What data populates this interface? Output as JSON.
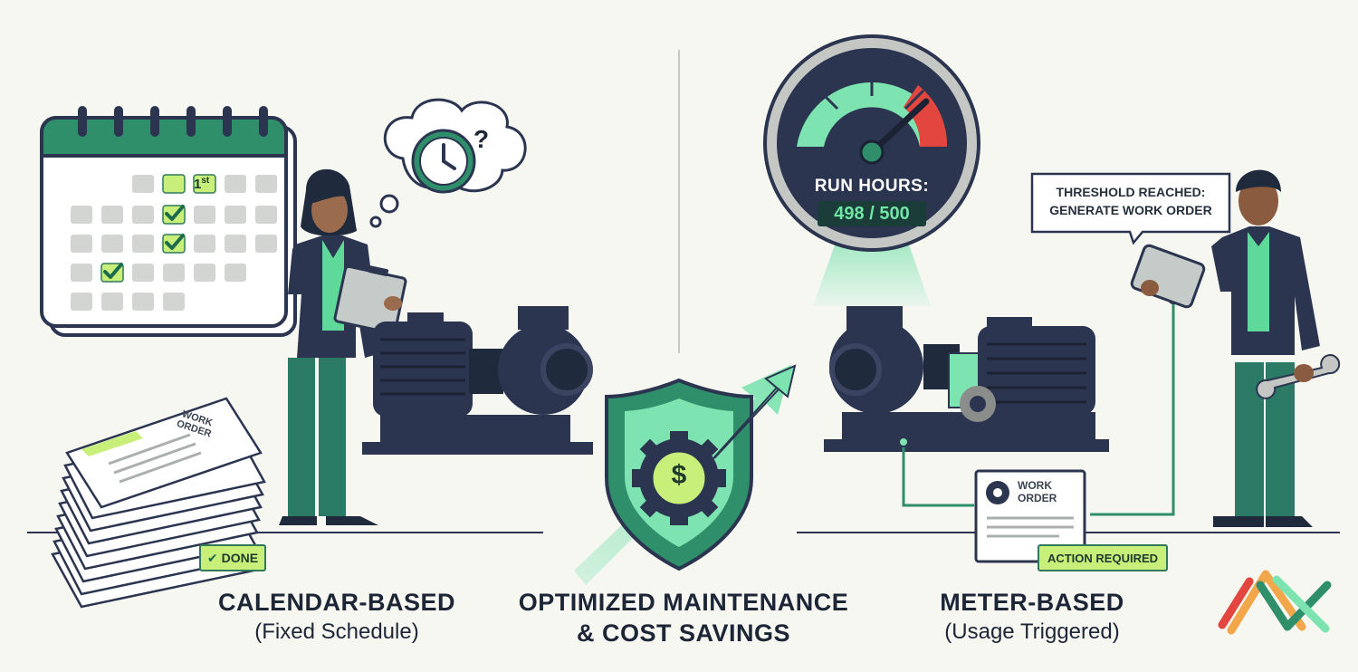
{
  "left": {
    "title": "CALENDAR-BASED",
    "subtitle": "(Fixed Schedule)",
    "calendar_day_label": "1",
    "calendar_day_suffix": "st",
    "work_order_line1": "WORK",
    "work_order_line2": "ORDER",
    "done_label": "DONE",
    "question_mark": "?"
  },
  "center": {
    "title_line1": "OPTIMIZED MAINTENANCE",
    "title_line2": "& COST SAVINGS",
    "shield_symbol": "$"
  },
  "right": {
    "title": "METER-BASED",
    "subtitle": "(Usage Triggered)",
    "gauge_label": "RUN HOURS:",
    "gauge_value": "498 / 500",
    "bubble_line1": "THRESHOLD REACHED:",
    "bubble_line2": "GENERATE WORK ORDER",
    "work_order_line1": "WORK",
    "work_order_line2": "ORDER",
    "action_label": "ACTION REQUIRED"
  },
  "colors": {
    "navy": "#2b3550",
    "green": "#2f8f6a",
    "mint": "#7de3b0",
    "lime": "#c8ef7a",
    "red": "#e2463f"
  }
}
